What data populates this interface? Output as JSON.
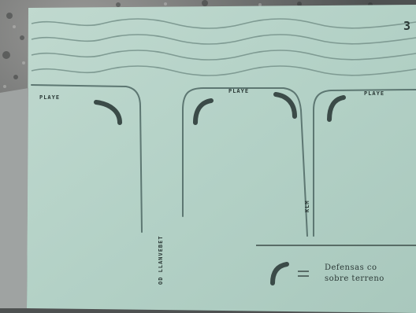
{
  "photo": {
    "page_number": "3",
    "labels": {
      "plate_left": "PLAYE",
      "plate_middle": "PLAYE",
      "plate_right": "PLAYE",
      "vertical_left": "OD LLANVEBET",
      "vertical_mid": "KLM"
    },
    "legend": {
      "line1": "Defensas co",
      "line2": "sobre terreno"
    },
    "colors": {
      "paper": "#b6d3c8",
      "ink": "#2c3a37",
      "rubble": "#6f7272"
    }
  }
}
